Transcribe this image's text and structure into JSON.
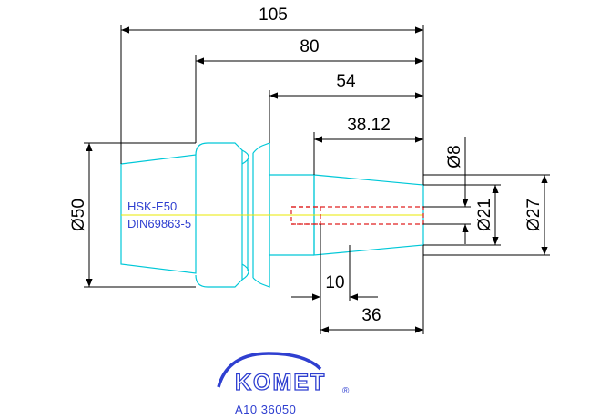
{
  "part": {
    "interface_label": "HSK-E50",
    "standard_label": "DIN69863-5",
    "article_number": "A10 36050"
  },
  "brand": {
    "name": "KOMET",
    "color": "#2f3fd0"
  },
  "colors": {
    "outline": "#00c8d8",
    "hidden_bore": "#e02020",
    "centerline": "#e8e800",
    "dimension": "#000000"
  },
  "dimensions": {
    "overall_length": "105",
    "flange_to_end": "80",
    "collar_to_end": "54",
    "taper_length": "38.12",
    "flange_diameter": "Ø50",
    "bore_diameter": "Ø8",
    "taper_small_diameter": "Ø21",
    "taper_large_diameter": "Ø27",
    "bore_offset": "10",
    "bore_depth": "36"
  }
}
